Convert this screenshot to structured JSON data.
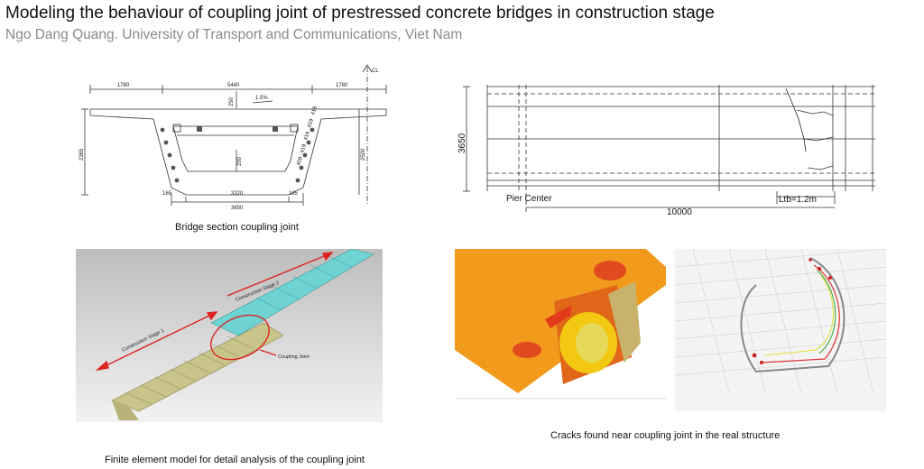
{
  "header": {
    "title": "Modeling the behaviour of coupling joint of prestressed concrete bridges in construction stage",
    "subtitle": "Ngo Dang Quang. University of Transport and Communications, Viet Nam"
  },
  "section_drawing": {
    "caption": "Bridge section coupling joint",
    "dims": {
      "left_top": "1780",
      "mid_top": "5440",
      "right_top": "1780",
      "slab": "250",
      "slope": "1.5%",
      "height_left": "2365",
      "height_right": "2500",
      "web": "290",
      "bot_left": "165",
      "bot_mid": "3320",
      "bot_right": "165",
      "bot_total": "3650",
      "cl": "CL",
      "web_labels": [
        "419",
        "419",
        "419",
        "419",
        "409"
      ]
    }
  },
  "plan_drawing": {
    "height_dim": "3650",
    "pier_label": "Pier Center",
    "length_dim": "10000",
    "ltb_label": "Ltb=1.2m"
  },
  "fe_model": {
    "caption": "Finite element model for detail analysis of the coupling joint",
    "stage1": "Construction Stage 1",
    "stage2": "Construction Stage 2",
    "joint": "Coupling Joint"
  },
  "cracks": {
    "caption": "Cracks found near coupling joint in the real structure"
  }
}
